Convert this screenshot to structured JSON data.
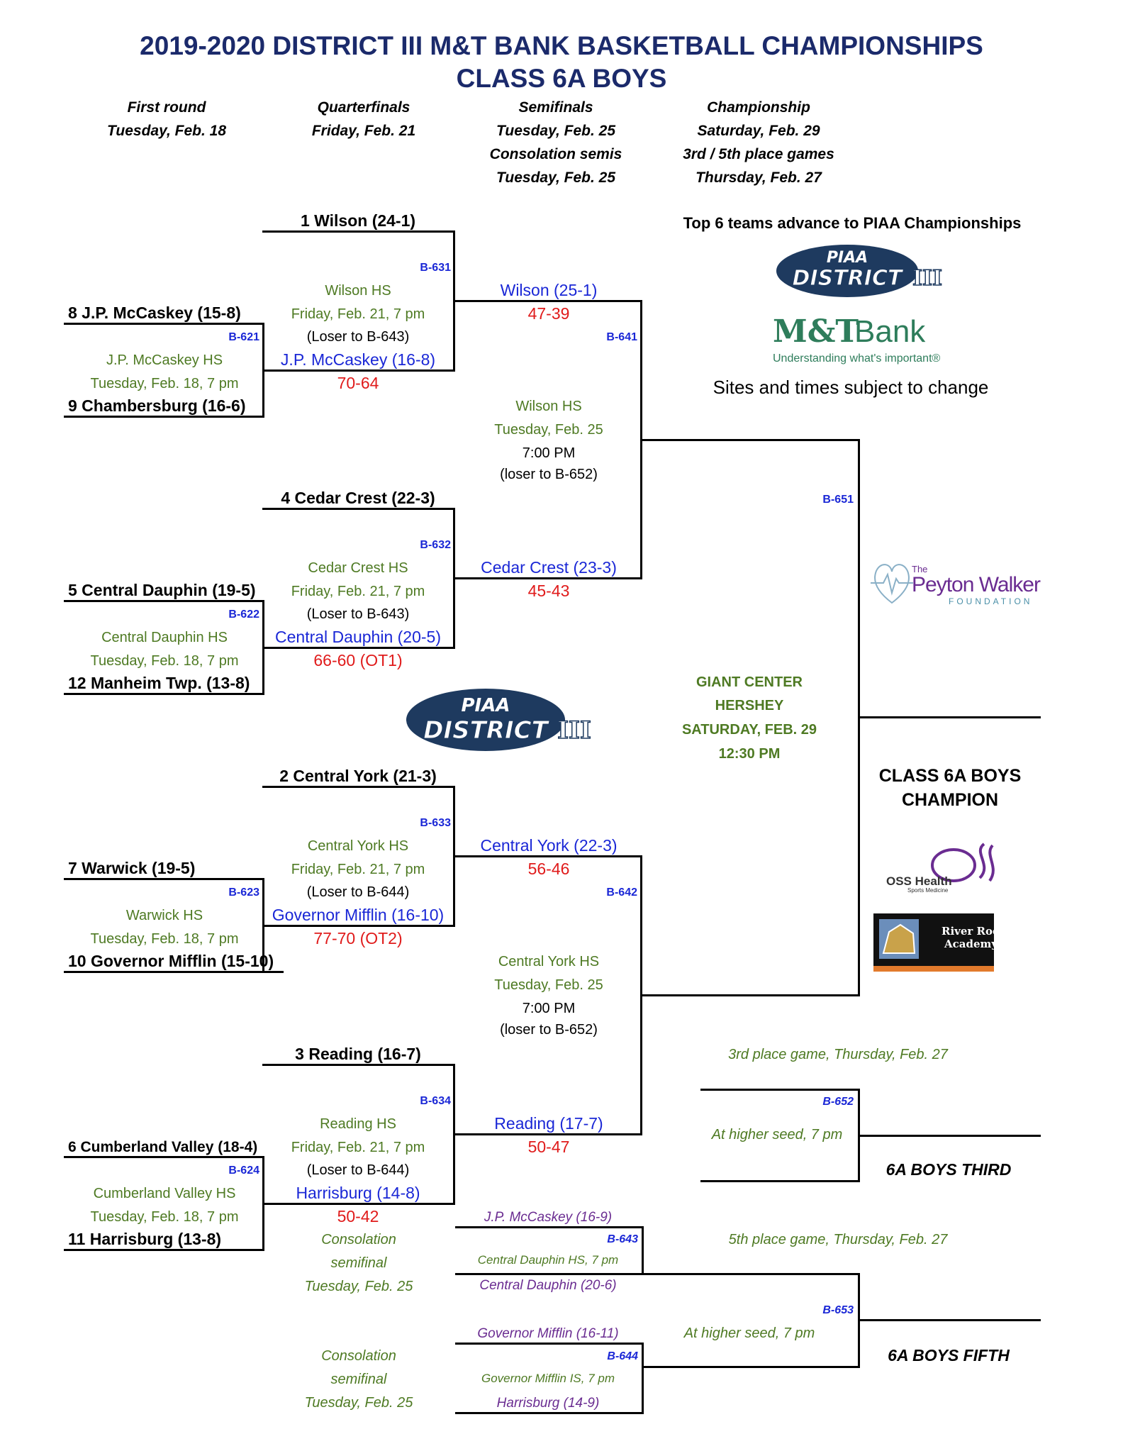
{
  "title": {
    "line1": "2019-2020 DISTRICT III M&T BANK BASKETBALL CHAMPIONSHIPS",
    "line2": "CLASS 6A BOYS"
  },
  "headers": {
    "first_round": [
      "First round",
      "Tuesday, Feb. 18"
    ],
    "quarterfinals": [
      "Quarterfinals",
      "Friday, Feb. 21"
    ],
    "semifinals": [
      "Semifinals",
      "Tuesday, Feb. 25",
      "Consolation semis",
      "Tuesday, Feb. 25"
    ],
    "championship": [
      "Championship",
      "Saturday, Feb. 29",
      "3rd / 5th place games",
      "Thursday, Feb. 27"
    ]
  },
  "sponsor": {
    "advance_note": "Top 6 teams advance to PIAA Championships",
    "piaa_top": "PIAA",
    "piaa_bottom": "DISTRICT",
    "piaa_numeral": "III",
    "bank_name_a": "M&T",
    "bank_name_b": "Bank",
    "bank_tagline": "Understanding what's important®",
    "disclaimer": "Sites and times subject to change",
    "peyton_the": "The",
    "peyton_name": "Peyton Walker",
    "peyton_foundation": "FOUNDATION",
    "oss_name": "OSS Health",
    "oss_sub": "Sports Medicine",
    "river_rock_1": "River Rock",
    "river_rock_2": "Academy"
  },
  "first_round": [
    {
      "code": "B-621",
      "top": "8 J.P. McCaskey (15-8)",
      "bottom": "9 Chambersburg (16-6)",
      "site": "J.P. McCaskey HS",
      "time": "Tuesday, Feb. 18, 7 pm"
    },
    {
      "code": "B-622",
      "top": "5 Central Dauphin (19-5)",
      "bottom": "12 Manheim Twp. (13-8)",
      "site": "Central Dauphin HS",
      "time": "Tuesday, Feb. 18, 7 pm"
    },
    {
      "code": "B-623",
      "top": "7 Warwick (19-5)",
      "bottom": "10 Governor Mifflin (15-10)",
      "site": "Warwick HS",
      "time": "Tuesday, Feb. 18, 7 pm"
    },
    {
      "code": "B-624",
      "top": "6 Cumberland Valley (18-4)",
      "bottom": "11 Harrisburg (13-8)",
      "site": "Cumberland Valley HS",
      "time": "Tuesday, Feb. 18, 7 pm"
    }
  ],
  "quarterfinals": [
    {
      "code": "B-631",
      "top": "1 Wilson (24-1)",
      "site": "Wilson HS",
      "time": "Friday, Feb. 21, 7 pm",
      "loser": "(Loser to B-643)",
      "winner": "J.P. McCaskey (16-8)",
      "score": "70-64"
    },
    {
      "code": "B-632",
      "top": "4 Cedar Crest (22-3)",
      "site": "Cedar Crest HS",
      "time": "Friday, Feb. 21, 7 pm",
      "loser": "(Loser to B-643)",
      "winner": "Central Dauphin (20-5)",
      "score": "66-60 (OT1)"
    },
    {
      "code": "B-633",
      "top": "2 Central York (21-3)",
      "site": "Central York HS",
      "time": "Friday, Feb. 21, 7 pm",
      "loser": "(Loser to B-644)",
      "winner": "Governor Mifflin (16-10)",
      "score": "77-70 (OT2)"
    },
    {
      "code": "B-634",
      "top": "3 Reading (16-7)",
      "site": "Reading HS",
      "time": "Friday, Feb. 21, 7 pm",
      "loser": "(Loser to B-644)",
      "winner": "Harrisburg (14-8)",
      "score": "50-42"
    }
  ],
  "qf_winners": [
    {
      "team": "Wilson (25-1)",
      "score": "47-39"
    },
    {
      "team": "Cedar Crest (23-3)",
      "score": "45-43"
    },
    {
      "team": "Central York (22-3)",
      "score": "56-46"
    },
    {
      "team": "Reading (17-7)",
      "score": "50-47"
    }
  ],
  "semifinals": [
    {
      "code": "B-641",
      "site": "Wilson HS",
      "date": "Tuesday, Feb. 25",
      "time": "7:00 PM",
      "loser": "(loser to B-652)"
    },
    {
      "code": "B-642",
      "site": "Central York HS",
      "date": "Tuesday, Feb. 25",
      "time": "7:00 PM",
      "loser": "(loser to B-652)"
    }
  ],
  "championship": {
    "code": "B-651",
    "venue": [
      "GIANT CENTER",
      "HERSHEY",
      "SATURDAY, FEB. 29",
      "12:30 PM"
    ],
    "champion_label": [
      "CLASS 6A BOYS",
      "CHAMPION"
    ]
  },
  "consolation": [
    {
      "label": [
        "Consolation",
        "semifinal",
        "Tuesday, Feb. 25"
      ],
      "code": "B-643",
      "top": "J.P. McCaskey (16-9)",
      "site": "Central Dauphin HS, 7 pm",
      "bottom": "Central Dauphin (20-6)"
    },
    {
      "label": [
        "Consolation",
        "semifinal",
        "Tuesday, Feb. 25"
      ],
      "code": "B-644",
      "top": "Governor Mifflin (16-11)",
      "site": "Governor Mifflin IS, 7 pm",
      "bottom": "Harrisburg (14-9)"
    }
  ],
  "third_place": {
    "title": "3rd place game,  Thursday, Feb. 27",
    "code": "B-652",
    "site": "At higher seed, 7 pm",
    "result": "6A BOYS THIRD"
  },
  "fifth_place": {
    "title": "5th place game,  Thursday, Feb. 27",
    "code": "B-653",
    "site": "At higher seed, 7 pm",
    "result": "6A BOYS FIFTH"
  },
  "colors": {
    "title": "#1b2a6b",
    "code": "#1a27d6",
    "site": "#4e7a23",
    "score": "#e01b1b",
    "consolation": "#6a2c91",
    "piaa": "#1e3a5f"
  }
}
